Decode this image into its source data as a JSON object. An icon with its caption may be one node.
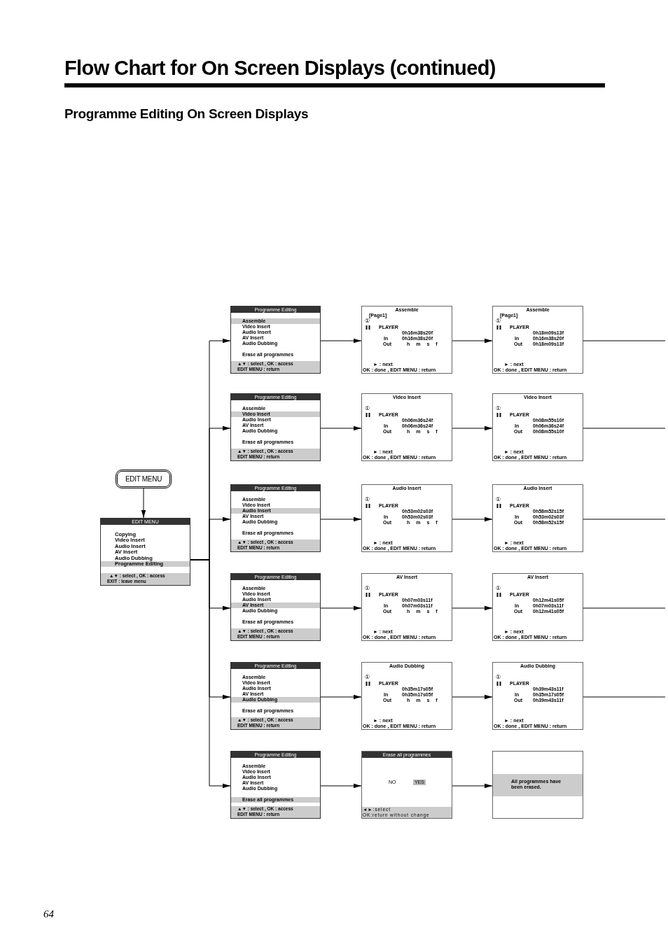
{
  "diagram": {
    "title": "Flow Chart for On Screen Displays (continued)",
    "nodes": [
      {
        "text": [
          "EDIT MENU"
        ]
      },
      {
        "text": [
          "EDIT MENU",
          "Copying",
          "Video Insert",
          "Audio Insert",
          "AV Insert",
          "Audio Dubbing",
          "Programme Editing",
          "▲▼ : select , OK : access",
          "EXIT : leave menu"
        ]
      },
      {
        "text": [
          "Programme Editing",
          "Assemble",
          "Video Insert",
          "Audio Insert",
          "AV Insert",
          "Audio Dubbing",
          "Erase all programmes",
          "▲▼ : select , OK : access",
          "EDIT MENU : return"
        ]
      },
      {
        "text": [
          "Assemble",
          "[Page1]",
          "①",
          "PLAYER",
          "0h16m38s20f",
          "In",
          "0h16m38s20f",
          "Out",
          "h m s f",
          "► : next",
          "OK : done , EDIT MENU : return"
        ]
      },
      {
        "text": [
          "Assemble",
          "[Page1]",
          "①",
          "PLAYER",
          "0h18m09s13f",
          "In",
          "0h16m38s20f",
          "Out",
          "0h18m09s13f",
          "► : next",
          "OK : done , EDIT MENU : return"
        ]
      },
      {
        "text": [
          "Programme Editing",
          "Assemble",
          "Video Insert",
          "Audio Insert",
          "AV Insert",
          "Audio Dubbing",
          "Erase all programmes",
          "▲▼ : select , OK : access",
          "EDIT MENU : return"
        ]
      },
      {
        "text": [
          "Video Insert",
          "①",
          "PLAYER",
          "0h06m36s24f",
          "In",
          "0h06m36s24f",
          "Out",
          "h m s f",
          "► : next",
          "OK : done , EDIT MENU : return"
        ]
      },
      {
        "text": [
          "Video Insert",
          "①",
          "PLAYER",
          "0h08m55s10f",
          "In",
          "0h06m36s24f",
          "Out",
          "0h08m55s10f",
          "► : next",
          "OK : done , EDIT MENU : return"
        ]
      },
      {
        "text": [
          "Programme Editing",
          "Assemble",
          "Video Insert",
          "Audio Insert",
          "AV Insert",
          "Audio Dubbing",
          "Erase all programmes",
          "▲▼ : select , OK : access",
          "EDIT MENU : return"
        ]
      },
      {
        "text": [
          "Audio Insert",
          "①",
          "PLAYER",
          "0h53m02s03f",
          "In",
          "0h53m02s03f",
          "Out",
          "h m s f",
          "► : next",
          "OK : done , EDIT MENU : return"
        ]
      },
      {
        "text": [
          "Audio Insert",
          "①",
          "PLAYER",
          "0h58m52s15f",
          "In",
          "0h53m02s03f",
          "Out",
          "0h58m52s15f",
          "► : next",
          "OK : done , EDIT MENU : return"
        ]
      },
      {
        "text": [
          "Programme Editing",
          "Assemble",
          "Video Insert",
          "Audio Insert",
          "AV Insert",
          "Audio Dubbing",
          "Erase all programmes",
          "▲▼ : select , OK : access",
          "EDIT MENU : return"
        ]
      },
      {
        "text": [
          "AV Insert",
          "①",
          "PLAYER",
          "0h07m03s11f",
          "In",
          "0h07m03s11f",
          "Out",
          "h m s f",
          "► : next",
          "OK : done , EDIT MENU : return"
        ]
      },
      {
        "text": [
          "AV Insert",
          "①",
          "PLAYER",
          "0h12m41s05f",
          "In",
          "0h07m03s11f",
          "Out",
          "0h12m41s05f",
          "► : next",
          "OK : done , EDIT MENU : return"
        ]
      },
      {
        "text": [
          "Programme Editing",
          "Assemble",
          "Video Insert",
          "Audio Insert",
          "AV Insert",
          "Audio Dubbing",
          "Erase all programmes",
          "▲▼ : select , OK : access",
          "EDIT MENU : return"
        ]
      },
      {
        "text": [
          "Audio Dubbing",
          "①",
          "PLAYER",
          "0h35m17s05f",
          "In",
          "0h35m17s05f",
          "Out",
          "h m s f",
          "► : next",
          "OK : done , EDIT MENU : return"
        ]
      },
      {
        "text": [
          "Audio Dubbing",
          "①",
          "PLAYER",
          "0h39m43s11f",
          "In",
          "0h35m17s05f",
          "Out",
          "0h39m43s11f",
          "► : next",
          "OK : done , EDIT MENU : return"
        ]
      },
      {
        "text": [
          "Programme Editing",
          "Assemble",
          "Video Insert",
          "Audio Insert",
          "AV Insert",
          "Audio Dubbing",
          "Erase all programmes",
          "▲▼ : select , OK : access",
          "EDIT MENU : return"
        ]
      },
      {
        "text": [
          "Erase all programmes",
          "NO",
          "YES",
          "◄►:select",
          "OK:return without change"
        ]
      },
      {
        "text": [
          "All programmes have been erased."
        ]
      }
    ],
    "edges": [
      {
        "from": 0,
        "to": 1,
        "arrow": "to"
      },
      {
        "from": 1,
        "to": 2,
        "arrow": "to"
      },
      {
        "from": 1,
        "to": 5,
        "arrow": "to"
      },
      {
        "from": 1,
        "to": 8,
        "arrow": "to"
      },
      {
        "from": 1,
        "to": 11,
        "arrow": "to"
      },
      {
        "from": 1,
        "to": 14,
        "arrow": "to"
      },
      {
        "from": 1,
        "to": 17,
        "arrow": "to"
      },
      {
        "from": 2,
        "to": 3,
        "arrow": "to"
      },
      {
        "from": 3,
        "to": 4,
        "arrow": "to"
      },
      {
        "from": 4,
        "to": null,
        "arrow": "none"
      },
      {
        "from": 5,
        "to": 6,
        "arrow": "to"
      },
      {
        "from": 6,
        "to": 7,
        "arrow": "to"
      },
      {
        "from": 7,
        "to": null,
        "arrow": "none"
      },
      {
        "from": 8,
        "to": 9,
        "arrow": "to"
      },
      {
        "from": 9,
        "to": 10,
        "arrow": "to"
      },
      {
        "from": 10,
        "to": null,
        "arrow": "none"
      },
      {
        "from": 11,
        "to": 12,
        "arrow": "to"
      },
      {
        "from": 12,
        "to": 13,
        "arrow": "to"
      },
      {
        "from": 13,
        "to": null,
        "arrow": "none"
      },
      {
        "from": 14,
        "to": 15,
        "arrow": "to"
      },
      {
        "from": 15,
        "to": 16,
        "arrow": "to"
      },
      {
        "from": 16,
        "to": null,
        "arrow": "none"
      },
      {
        "from": 17,
        "to": 18,
        "arrow": "to"
      },
      {
        "from": 18,
        "to": 19,
        "arrow": "to"
      }
    ],
    "labels": [
      "Programme Editing On Screen Displays",
      "64"
    ]
  }
}
